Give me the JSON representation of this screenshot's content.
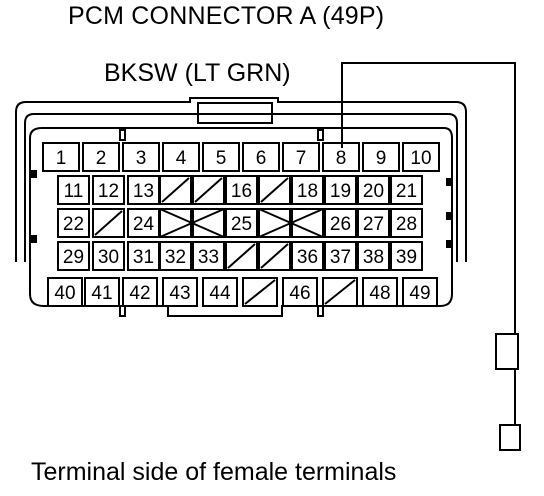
{
  "title": "PCM CONNECTOR A (49P)",
  "wire_label": "BKSW (LT GRN)",
  "footer": "Terminal side of female terminals",
  "connector": {
    "pins": 49,
    "highlighted_pin": "8",
    "rows": [
      [
        "1",
        "2",
        "3",
        "4",
        "5",
        "6",
        "7",
        "8",
        "9",
        "10"
      ],
      [
        "11",
        "12",
        "13",
        "",
        "",
        "16",
        "",
        "18",
        "19",
        "20",
        "21"
      ],
      [
        "22",
        "",
        "24",
        "",
        "",
        "25",
        "",
        "",
        "26",
        "27",
        "28"
      ],
      [
        "29",
        "30",
        "31",
        "32",
        "33",
        "",
        "",
        "36",
        "37",
        "38",
        "39"
      ],
      [
        "40",
        "41",
        "42",
        "43",
        "44",
        "",
        "46",
        "",
        "48",
        "49"
      ]
    ]
  }
}
